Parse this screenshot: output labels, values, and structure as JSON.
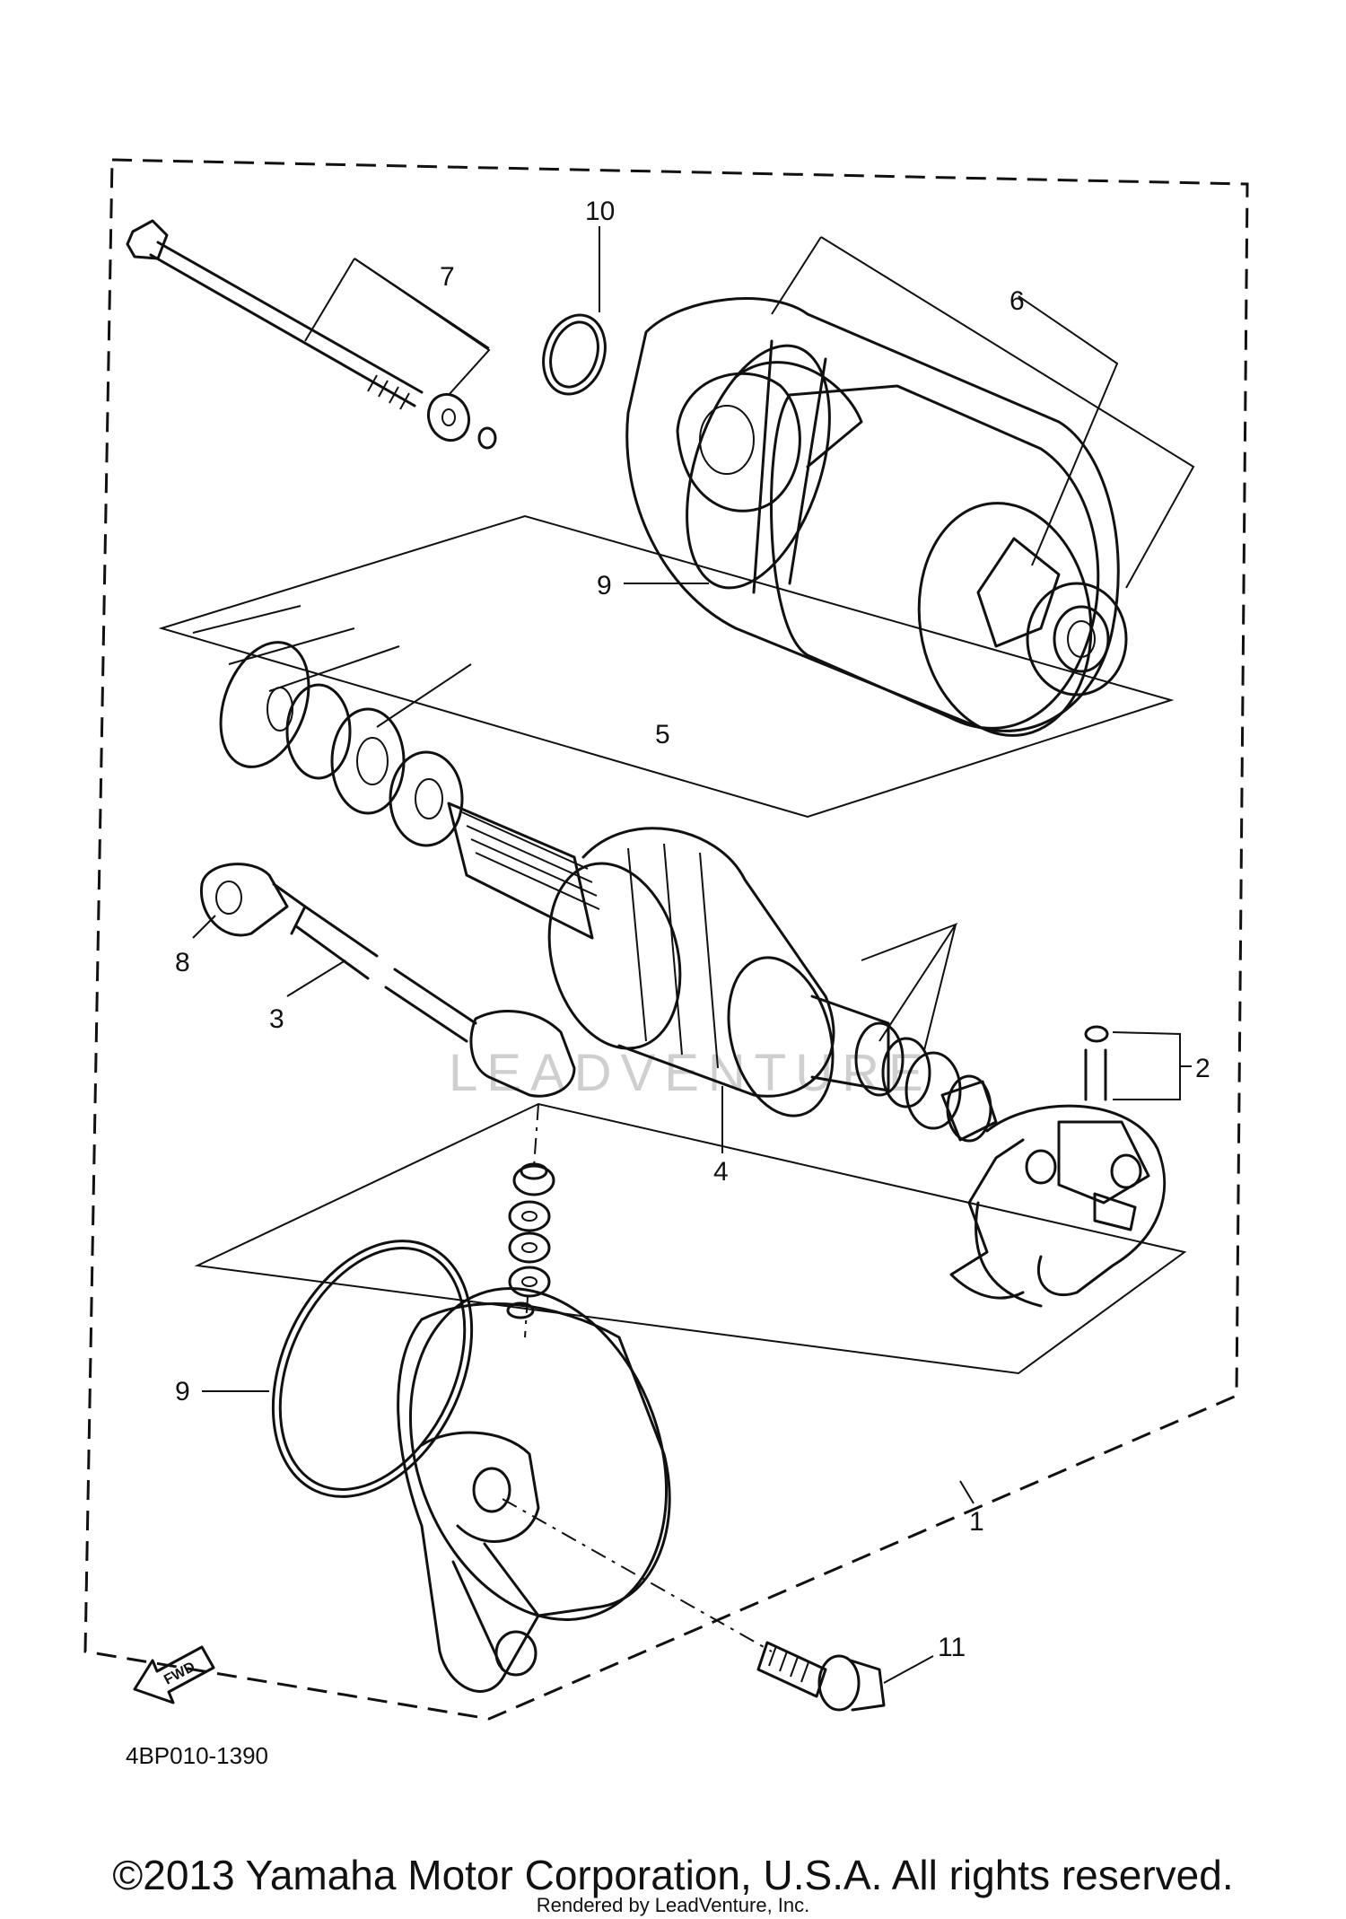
{
  "callouts": {
    "p1": "1",
    "p2": "2",
    "p3": "3",
    "p4": "4",
    "p5": "5",
    "p6": "6",
    "p7": "7",
    "p8": "8",
    "p9a": "9",
    "p9b": "9",
    "p10": "10",
    "p11": "11"
  },
  "fwd_label": "FWD",
  "diagram_code": "4BP010-1390",
  "watermark": "LEADVENTURE",
  "copyright": "©2013 Yamaha Motor Corporation, U.S.A. All rights reserved.",
  "rendered_by": "Rendered by LeadVenture, Inc."
}
